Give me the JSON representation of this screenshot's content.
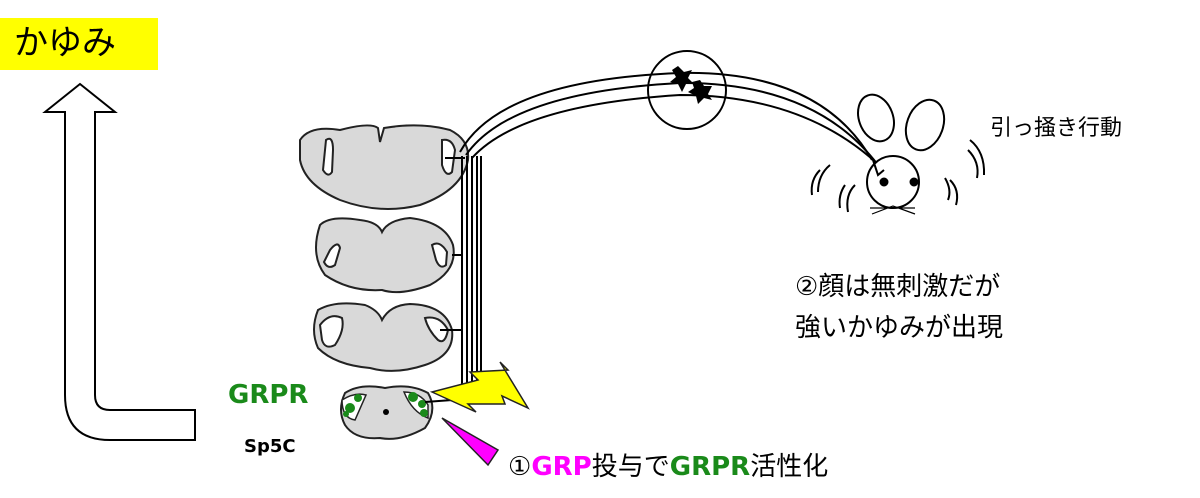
{
  "title": "かゆみ",
  "labels": {
    "scratching": "引っ掻き行動",
    "result_line1": "②顔は無刺激だが",
    "result_line2": "強いかゆみが出現",
    "receptor": "GRPR",
    "region": "Sp5C",
    "step_prefix": "①",
    "step_grp": "GRP",
    "step_mid": "投与で",
    "step_grpr": "GRPR",
    "step_suffix": "活性化"
  },
  "colors": {
    "title_bg": "#ffff00",
    "green": "#1a8a1a",
    "magenta": "#ff00ff",
    "lightning": "#ffff00",
    "tissue": "#d9d9d9"
  }
}
